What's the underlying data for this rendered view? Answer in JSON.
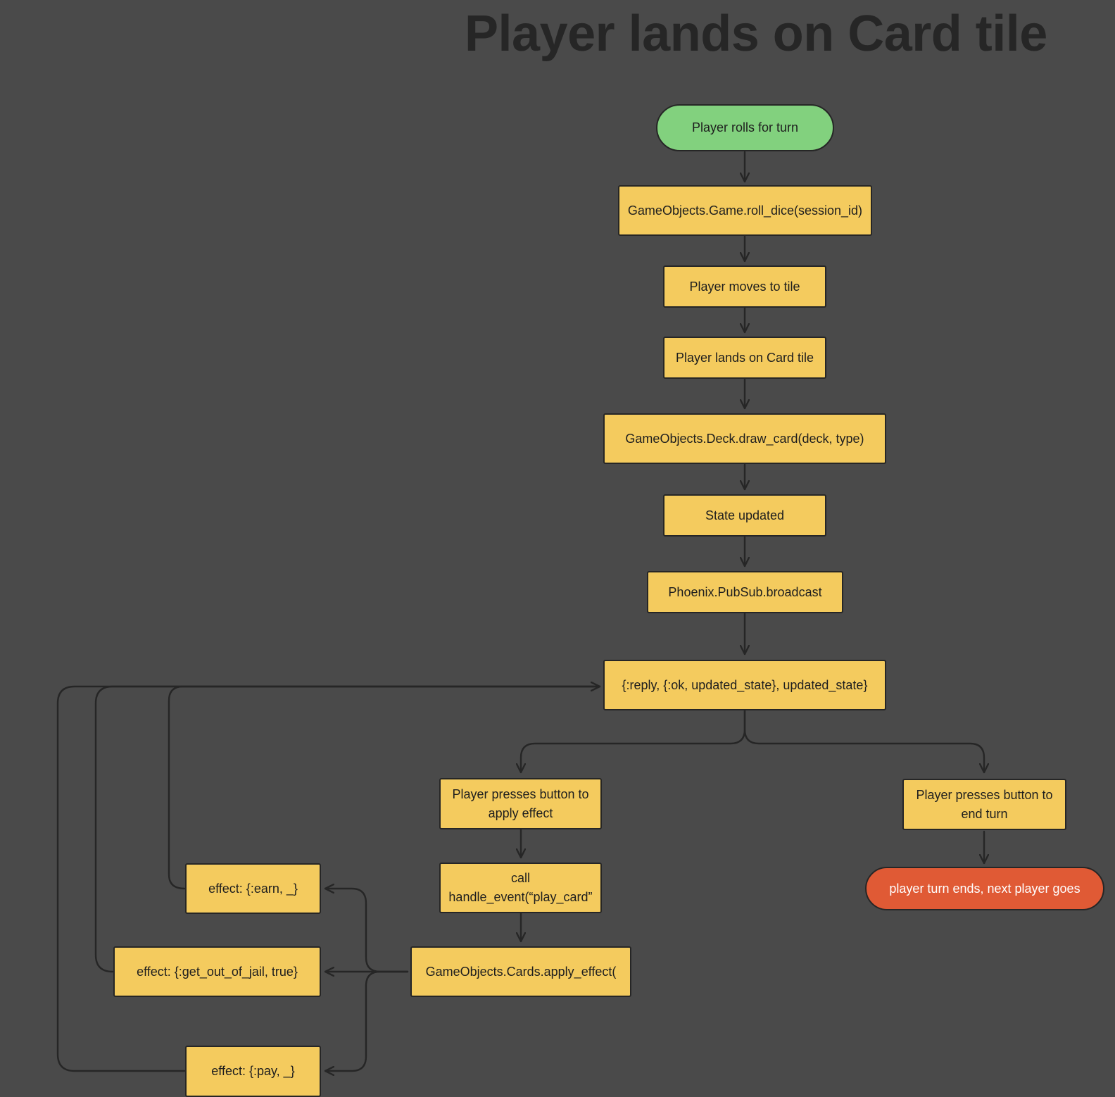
{
  "diagram": {
    "title": "Player lands on Card tile",
    "nodes": {
      "start": "Player rolls for turn",
      "roll_dice": "GameObjects.Game.roll_dice(session_id)",
      "moves": "Player moves to tile",
      "lands": "Player lands on Card tile",
      "draw_card": "GameObjects.Deck.draw_card(deck, type)",
      "state_updated": "State updated",
      "broadcast": "Phoenix.PubSub.broadcast",
      "reply": "{:reply, {:ok, updated_state}, updated_state}",
      "apply_button": "Player presses button to\napply effect",
      "end_button": "Player presses button to\nend turn",
      "handle_event": "call\nhandle_event(“play_card”",
      "apply_effect": "GameObjects.Cards.apply_effect(",
      "earn": "effect: {:earn, _}",
      "jail": "effect: {:get_out_of_jail, true}",
      "pay": "effect: {:pay, _}",
      "end": "player turn ends, next player goes"
    },
    "colors": {
      "background": "#4a4a4a",
      "process": "#f4cb5e",
      "start": "#82d17e",
      "end": "#e05a35",
      "line": "#262626"
    }
  }
}
